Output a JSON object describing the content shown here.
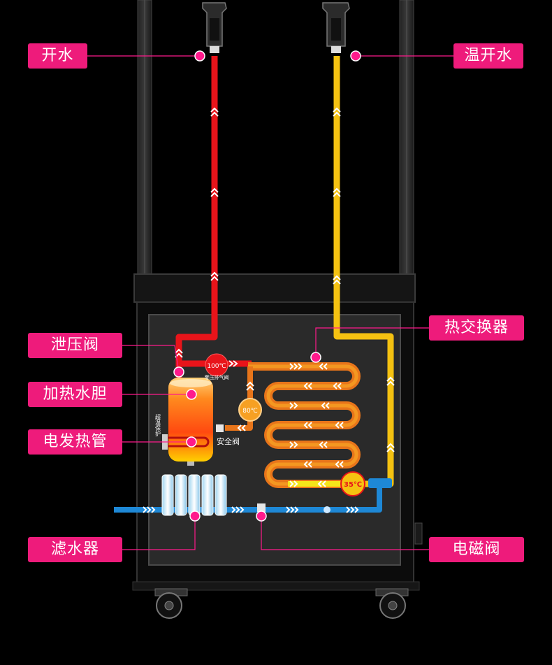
{
  "labels": {
    "boiling_water": "开水",
    "warm_boiling_water": "温开水",
    "pressure_relief_valve": "泄压阀",
    "heating_tank": "加热水胆",
    "electric_heating_tube": "电发热管",
    "heat_exchanger": "热交换器",
    "water_filter": "滤水器",
    "solenoid_valve": "电磁阀"
  },
  "component_text": {
    "temp_100": "100℃",
    "temp_80": "80℃",
    "temp_35": "35℃",
    "zero_pressure_exhaust_valve": "零压排气阀",
    "safety_valve": "安全阀",
    "overheat_protection": "超温保护"
  },
  "colors": {
    "callout": "#ee1b7b",
    "marker": "#ff1a8c",
    "hot_pipe": "#e8141a",
    "warm_pipe": "#f5c211",
    "orange_pipe": "#e8751a",
    "cold_pipe": "#1e88d6",
    "panel": "#2a2a2a"
  }
}
